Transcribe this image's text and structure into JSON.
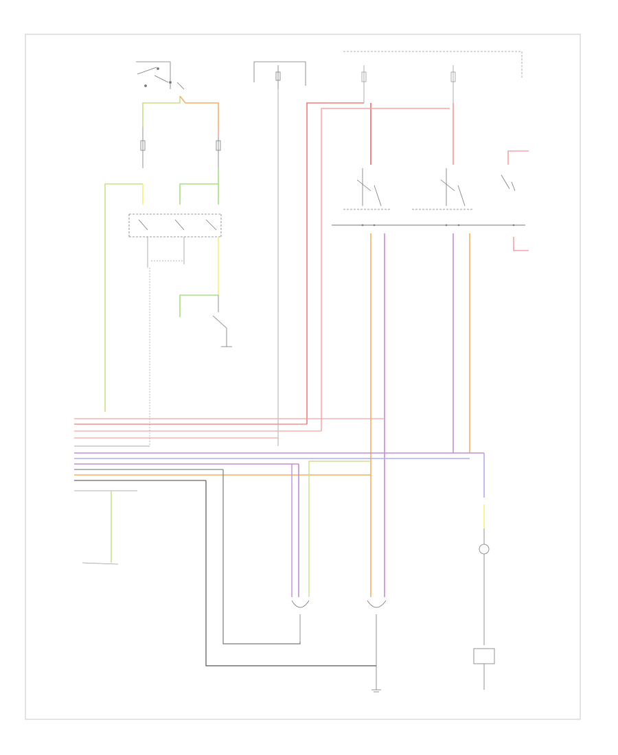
{
  "diagram": {
    "footer_code": "",
    "colors": {
      "frame": "#d0d0d0",
      "black_wire": "#555555",
      "red": "#f17a7a",
      "pink": "#f5a3a3",
      "orange": "#f4b062",
      "yellow_green": "#c8e08a",
      "green": "#a8e080",
      "yellow": "#f6f07a",
      "purple": "#c58ad8",
      "blue": "#b3aaf0",
      "gray": "#888888"
    },
    "blocks": [
      {
        "id": "ignition-switch",
        "lines": [
          "",
          "",
          ""
        ]
      },
      {
        "id": "hot-at-all-times-fuse",
        "lines": [
          "",
          "",
          ""
        ]
      },
      {
        "id": "power-distribution-box",
        "lines": [
          "",
          "",
          ""
        ]
      },
      {
        "id": "lighting-switch-left",
        "lines": [
          "",
          "",
          ""
        ]
      },
      {
        "id": "lighting-switch-right",
        "lines": [
          "",
          "",
          ""
        ]
      },
      {
        "id": "turn-signal-combination-switch",
        "lines": [
          "",
          "",
          "",
          ""
        ]
      },
      {
        "id": "headlamp-relay-left",
        "lines": [
          "",
          ""
        ]
      },
      {
        "id": "headlamp-relay-right",
        "lines": [
          "",
          ""
        ]
      },
      {
        "id": "dimmer-switch",
        "lines": [
          "",
          ""
        ]
      },
      {
        "id": "daytime-running-lamp-module",
        "lines": [
          "",
          "",
          "",
          ""
        ]
      },
      {
        "id": "left-headlamp",
        "lines": [
          "",
          ""
        ]
      },
      {
        "id": "right-headlamp",
        "lines": [
          "",
          ""
        ]
      },
      {
        "id": "indicator-lamp",
        "lines": [
          "",
          ""
        ]
      },
      {
        "id": "alternator",
        "lines": [
          ""
        ]
      },
      {
        "id": "ground",
        "lines": [
          "",
          "",
          ""
        ]
      }
    ],
    "connector_pins": [
      "",
      "",
      "",
      "",
      "",
      "",
      "",
      "",
      "",
      "",
      "",
      "",
      ""
    ]
  }
}
